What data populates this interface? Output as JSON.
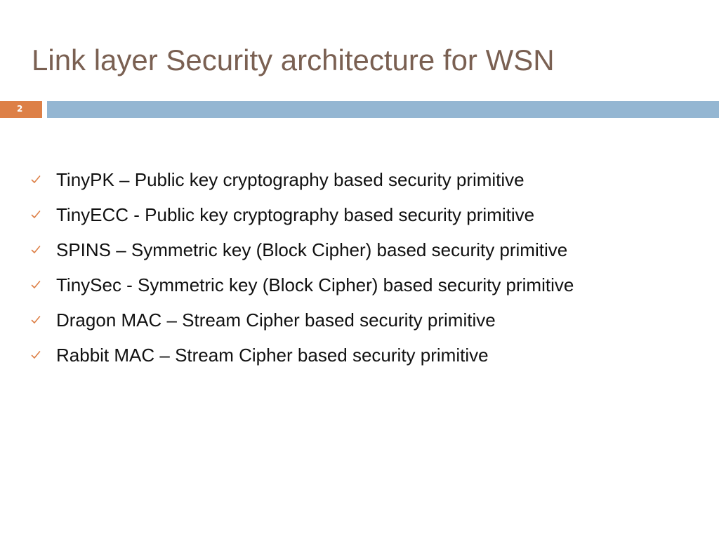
{
  "slide": {
    "title": "Link layer Security architecture for WSN",
    "number": "2",
    "colors": {
      "title": "#7a6052",
      "number_box": "#dd8047",
      "rule_bar": "#94b6d2",
      "check": "#dd8047"
    },
    "bullet_icon": "checkmark-icon",
    "bullets": [
      "TinyPK – Public key cryptography based security primitive",
      "TinyECC - Public key cryptography based security primitive",
      "SPINS – Symmetric key (Block Cipher) based security primitive",
      "TinySec - Symmetric key (Block Cipher) based security primitive",
      "Dragon MAC –  Stream Cipher based security primitive",
      "Rabbit MAC –  Stream Cipher based security primitive"
    ]
  }
}
